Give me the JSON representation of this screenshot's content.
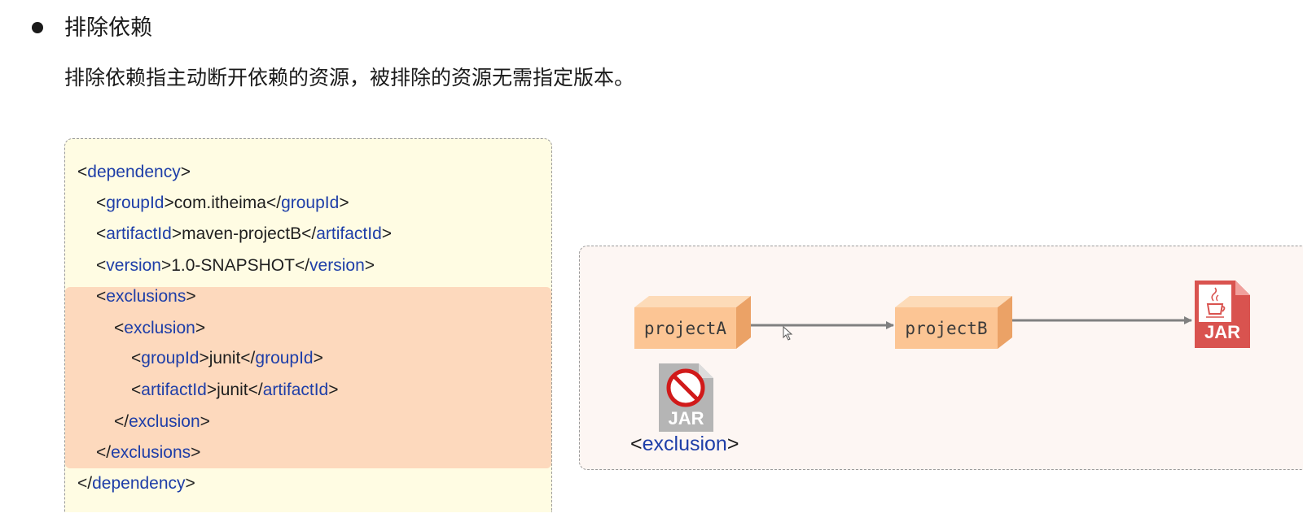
{
  "section": {
    "title": "排除依赖",
    "description": "排除依赖指主动断开依赖的资源，被排除的资源无需指定版本。"
  },
  "code": {
    "lines": [
      [
        "<",
        "dependency",
        ">"
      ],
      [
        "<",
        "groupId",
        ">com.itheima</",
        "groupId",
        ">"
      ],
      [
        "<",
        "artifactId",
        ">maven-projectB</",
        "artifactId",
        ">"
      ],
      [
        "<",
        "version",
        ">1.0-SNAPSHOT</",
        "version",
        ">"
      ],
      [
        "<",
        "exclusions",
        ">"
      ],
      [
        "<",
        "exclusion",
        ">"
      ],
      [
        "<",
        "groupId",
        ">junit</",
        "groupId",
        ">"
      ],
      [
        "<",
        "artifactId",
        ">junit</",
        "artifactId",
        ">"
      ],
      [
        "</",
        "exclusion",
        ">"
      ],
      [
        "</",
        "exclusions",
        ">"
      ],
      [
        "</",
        "dependency",
        ">"
      ]
    ]
  },
  "diagram": {
    "project_a": "projectA",
    "project_b": "projectB",
    "jar_label": "JAR",
    "excluded_jar_label": "JAR",
    "exclusion_tag": {
      "open": "<",
      "name": "exclusion",
      "close": ">"
    }
  },
  "colors": {
    "tag": "#1e3ea8",
    "code_bg": "#fffce3",
    "highlight": "#fdd9bd",
    "box_front": "#fcc594",
    "jar_red": "#d9534f",
    "arrow": "#808080"
  }
}
